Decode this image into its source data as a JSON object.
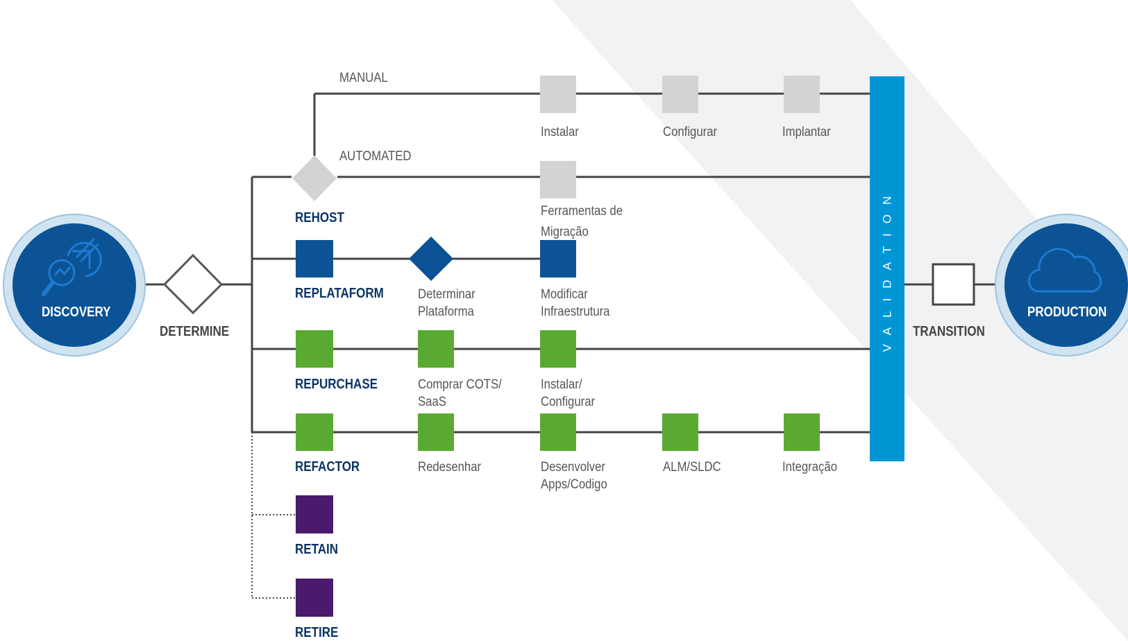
{
  "nodes": {
    "discovery": "DISCOVERY",
    "determine": "DETERMINE",
    "validation": "VALIDATION",
    "transition": "TRANSITION",
    "production": "PRODUCTION"
  },
  "routes": {
    "manual": "MANUAL",
    "automated": "AUTOMATED"
  },
  "strategies": {
    "rehost": "REHOST",
    "replatform": "REPLATAFORM",
    "repurchase": "REPURCHASE",
    "refactor": "REFACTOR",
    "retain": "RETAIN",
    "retire": "RETIRE"
  },
  "steps": {
    "manual": [
      "Instalar",
      "Configurar",
      "Implantar"
    ],
    "automated": [
      "Ferramentas de",
      "Migração"
    ],
    "replatform": [
      "Determinar",
      "Plataforma",
      "Modificar",
      "Infraestrutura"
    ],
    "repurchase": [
      "Comprar COTS/",
      "SaaS",
      "Instalar/",
      "Configurar"
    ],
    "refactor": [
      "Redesenhar",
      "Desenvolver",
      "Apps/Codigo",
      "ALM/SLDC",
      "Integração"
    ]
  },
  "colors": {
    "navy": "#0b5394",
    "green": "#5aaa32",
    "purple": "#4c1a6c",
    "gray": "#d3d3d3",
    "validation_blue": "#0096d6",
    "label_navy": "#0b3466"
  },
  "icons": {
    "discovery": "magnifier-chart-icon",
    "production": "cloud-icon"
  }
}
